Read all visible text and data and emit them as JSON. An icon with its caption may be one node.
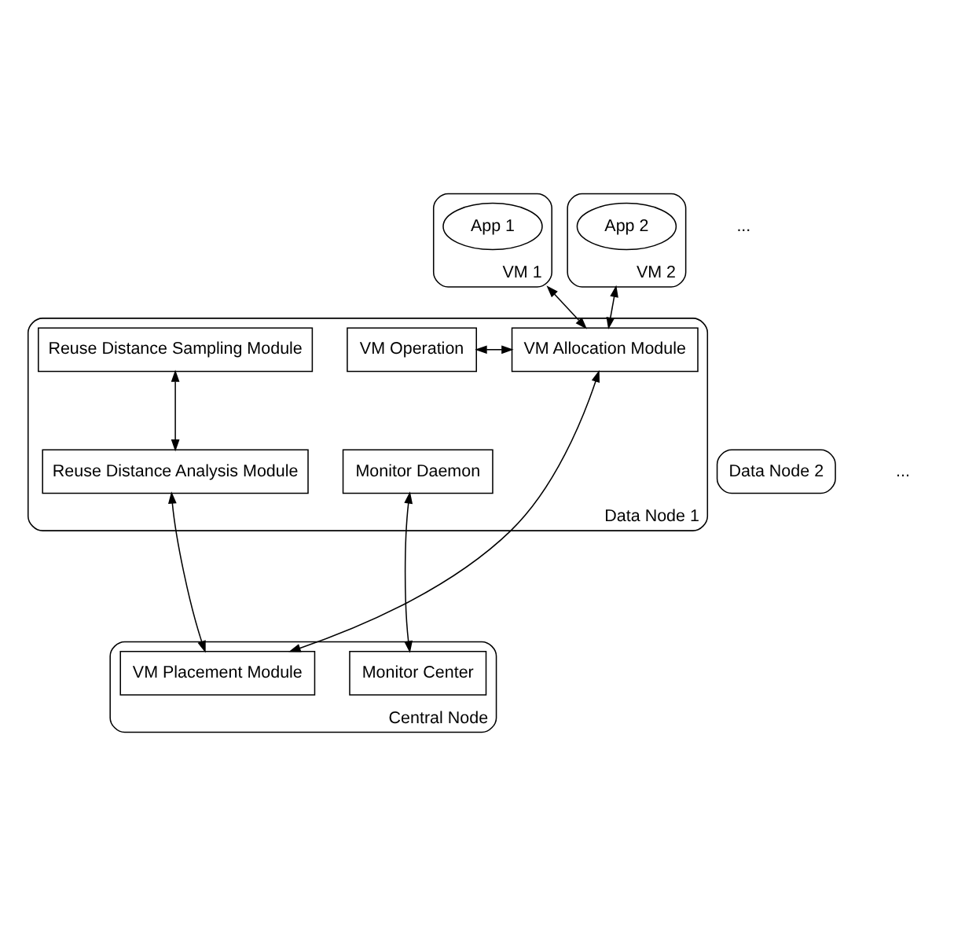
{
  "diagram": {
    "nodes": [
      {
        "text": [
          "VM 1"
        ]
      },
      {
        "text": [
          "App 1"
        ],
        "in": 0
      },
      {
        "text": [
          "VM 2"
        ]
      },
      {
        "text": [
          "App 2"
        ],
        "in": 2
      },
      {
        "text": [
          "Data Node 1"
        ]
      },
      {
        "text": [
          "Reuse Distance Sampling Module"
        ],
        "in": 4
      },
      {
        "text": [
          "VM Allocation Module"
        ],
        "in": 4
      },
      {
        "text": [
          "VM Operation"
        ],
        "in": 4
      },
      {
        "text": [
          "Reuse Distance Analysis Module"
        ],
        "in": 4
      },
      {
        "text": [
          "Monitor Daemon"
        ],
        "in": 4
      },
      {
        "text": [
          "Data Node 2"
        ]
      },
      {
        "text": [
          "Central Node"
        ]
      },
      {
        "text": [
          "VM Placement Module"
        ],
        "in": 11
      },
      {
        "text": [
          "Monitor Center"
        ],
        "in": 11
      }
    ],
    "edges": [
      {
        "from": 0,
        "to": 6,
        "arrow": "both"
      },
      {
        "from": 2,
        "to": 6,
        "arrow": "both"
      },
      {
        "from": 6,
        "to": 7,
        "arrow": "both"
      },
      {
        "from": 5,
        "to": 8,
        "arrow": "both"
      },
      {
        "from": 8,
        "to": 12,
        "arrow": "both"
      },
      {
        "from": 6,
        "to": 12,
        "arrow": "both"
      },
      {
        "from": 9,
        "to": 13,
        "arrow": "both"
      }
    ],
    "labels": [
      "...",
      "..."
    ]
  }
}
